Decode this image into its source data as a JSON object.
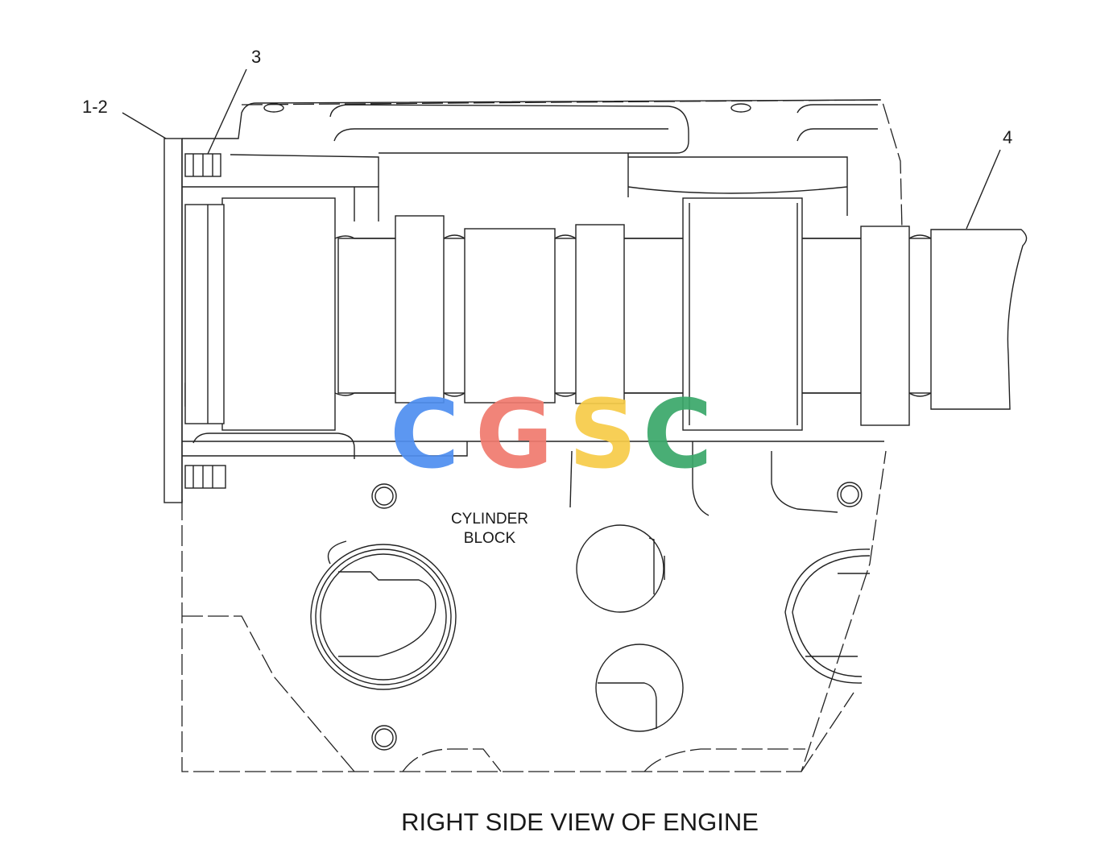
{
  "diagram": {
    "callouts": {
      "part_1_2": "1-2",
      "part_3": "3",
      "part_4": "4"
    },
    "block_label_line1": "CYLINDER",
    "block_label_line2": "BLOCK",
    "caption": "RIGHT SIDE VIEW OF ENGINE"
  },
  "watermark": {
    "letters": [
      "C",
      "G",
      "S",
      "C"
    ],
    "colors": [
      "#4f8ff0",
      "#f07a6e",
      "#f7cc48",
      "#3aa86a"
    ]
  }
}
